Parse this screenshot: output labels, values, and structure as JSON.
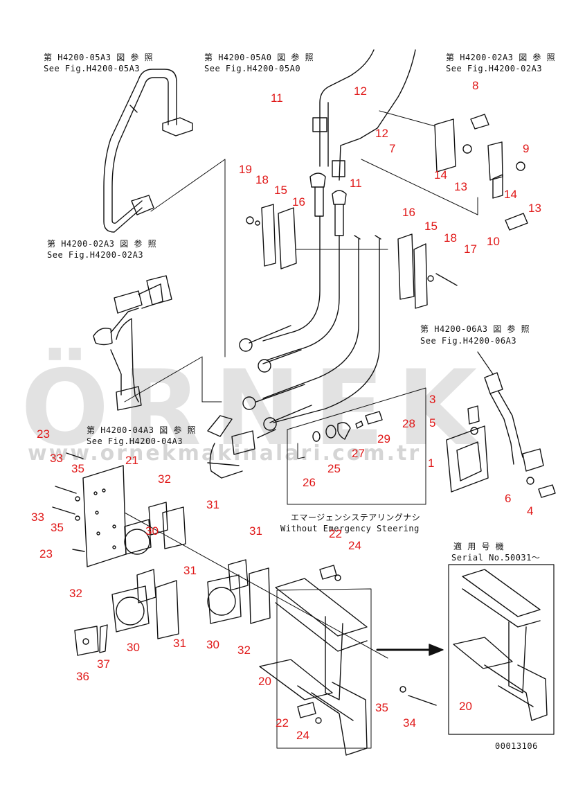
{
  "watermark": {
    "brand": "ÖRNEK",
    "site": "www.ornekmakinalari.com.tr"
  },
  "refs": [
    {
      "id": "r1",
      "ja": "第 H4200-05A3 図 参 照",
      "en": "See Fig.H4200-05A3"
    },
    {
      "id": "r2",
      "ja": "第 H4200-05A0 図 参 照",
      "en": "See Fig.H4200-05A0"
    },
    {
      "id": "r3",
      "ja": "第 H4200-02A3 図 参 照",
      "en": "See Fig.H4200-02A3"
    },
    {
      "id": "r4",
      "ja": "第 H4200-02A3 図 参 照",
      "en": "See Fig.H4200-02A3"
    },
    {
      "id": "r5",
      "ja": "第 H4200-06A3 図 参 照",
      "en": "See Fig.H4200-06A3"
    },
    {
      "id": "r6",
      "ja": "第 H4200-04A3 図 参 照",
      "en": "See Fig.H4200-04A3"
    }
  ],
  "emergency_note": {
    "ja": "エマージェンシステアリングナシ",
    "en": "Without Emergency Steering"
  },
  "serial_note": {
    "ja": "適 用 号 機",
    "en": "Serial No.50031～"
  },
  "drawing_number": "00013106",
  "part_numbers": [
    "1",
    "3",
    "4",
    "5",
    "6",
    "7",
    "8",
    "9",
    "10",
    "11",
    "11",
    "12",
    "12",
    "13",
    "13",
    "14",
    "14",
    "15",
    "15",
    "16",
    "16",
    "17",
    "18",
    "18",
    "19",
    "20",
    "20",
    "21",
    "22",
    "22",
    "23",
    "23",
    "24",
    "24",
    "25",
    "26",
    "27",
    "28",
    "29",
    "30",
    "30",
    "30",
    "31",
    "31",
    "31",
    "31",
    "32",
    "32",
    "32",
    "33",
    "33",
    "34",
    "35",
    "35",
    "35",
    "36",
    "37"
  ]
}
